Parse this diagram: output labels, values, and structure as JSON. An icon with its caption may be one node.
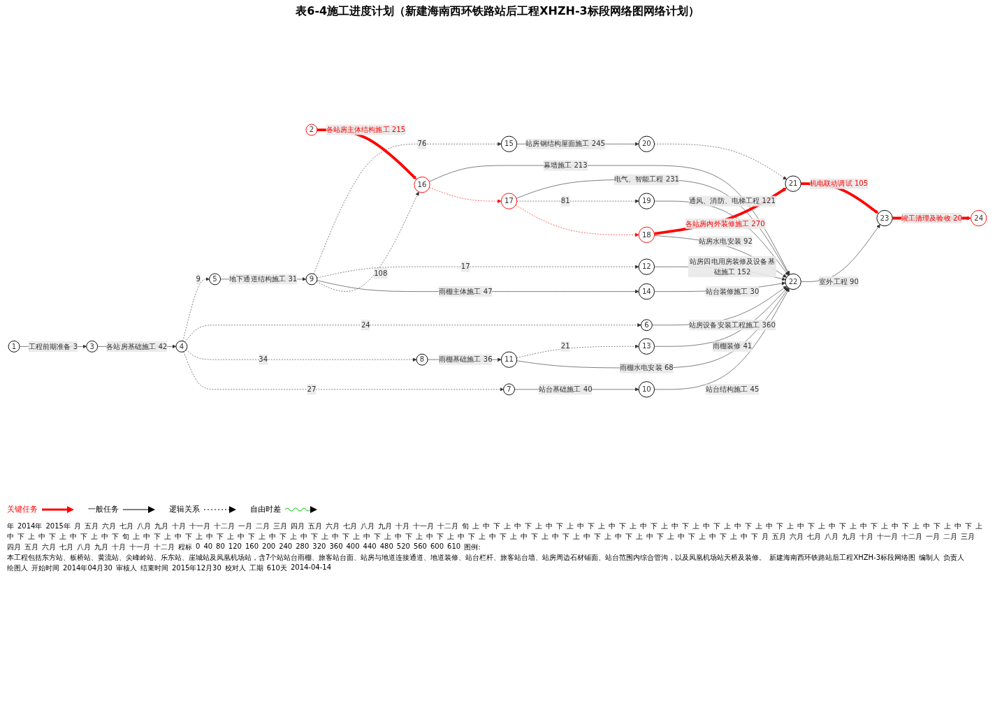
{
  "diagram": {
    "title": "表6-4施工进度计划（新建海南西环铁路站后工程XHZH-3标段网络图网络计划）",
    "nodes": [
      {
        "text": [
          "1"
        ]
      },
      {
        "text": [
          "2"
        ]
      },
      {
        "text": [
          "3"
        ]
      },
      {
        "text": [
          "4"
        ]
      },
      {
        "text": [
          "5"
        ]
      },
      {
        "text": [
          "6"
        ]
      },
      {
        "text": [
          "7"
        ]
      },
      {
        "text": [
          "8"
        ]
      },
      {
        "text": [
          "9"
        ]
      },
      {
        "text": [
          "10"
        ]
      },
      {
        "text": [
          "11"
        ]
      },
      {
        "text": [
          "12"
        ]
      },
      {
        "text": [
          "13"
        ]
      },
      {
        "text": [
          "14"
        ]
      },
      {
        "text": [
          "15"
        ]
      },
      {
        "text": [
          "16"
        ]
      },
      {
        "text": [
          "17"
        ]
      },
      {
        "text": [
          "18"
        ]
      },
      {
        "text": [
          "19"
        ]
      },
      {
        "text": [
          "20"
        ]
      },
      {
        "text": [
          "21"
        ]
      },
      {
        "text": [
          "22"
        ]
      },
      {
        "text": [
          "23"
        ]
      },
      {
        "text": [
          "24"
        ]
      }
    ],
    "edges": [
      {
        "from": 0,
        "to": 2,
        "arrow": "to",
        "label": "工程前期准备 3"
      },
      {
        "from": 2,
        "to": 3,
        "arrow": "to",
        "label": "各站房基础施工 42"
      },
      {
        "from": 3,
        "to": 4,
        "arrow": "to",
        "style": "dashed",
        "label": "9"
      },
      {
        "from": 4,
        "to": 8,
        "arrow": "to",
        "label": "地下通道结构施工 31"
      },
      {
        "from": 8,
        "to": 14,
        "arrow": "to",
        "style": "dashed",
        "label": "76"
      },
      {
        "from": 14,
        "to": 19,
        "arrow": "to",
        "label": "站房钢结构屋面施工 245"
      },
      {
        "from": 19,
        "to": 20,
        "arrow": "to",
        "style": "dashed"
      },
      {
        "from": 20,
        "to": 22,
        "arrow": "to",
        "style": "thick",
        "color": "#ff0000",
        "label": "机电联动调试 105"
      },
      {
        "from": 22,
        "to": 23,
        "arrow": "to",
        "style": "thick",
        "color": "#ff0000",
        "label": "竣工清理及验收 20"
      },
      {
        "from": 8,
        "to": 11,
        "arrow": "to",
        "style": "dashed",
        "label": "17"
      },
      {
        "from": 11,
        "to": 21,
        "arrow": "to",
        "label": "站房四电用房装修及设备基础施工 152"
      },
      {
        "from": 21,
        "to": 22,
        "arrow": "to",
        "label": "室外工程 90"
      },
      {
        "from": 8,
        "to": 13,
        "arrow": "to",
        "label": "雨棚主体施工 47"
      },
      {
        "from": 13,
        "to": 21,
        "arrow": "to",
        "label": "站台装修施工 30"
      },
      {
        "from": 8,
        "to": 15,
        "arrow": "to",
        "style": "dashed",
        "label": "108"
      },
      {
        "from": 3,
        "to": 5,
        "arrow": "to",
        "style": "dashed",
        "label": "24"
      },
      {
        "from": 5,
        "to": 21,
        "arrow": "to",
        "label": "站房设备安装工程施工 360"
      },
      {
        "from": 3,
        "to": 7,
        "arrow": "to",
        "style": "dashed",
        "label": "34"
      },
      {
        "from": 7,
        "to": 10,
        "arrow": "to",
        "label": "雨棚基础施工 36"
      },
      {
        "from": 10,
        "to": 12,
        "arrow": "to",
        "style": "dashed",
        "label": "21"
      },
      {
        "from": 12,
        "to": 21,
        "arrow": "to",
        "label": "雨棚装修 41"
      },
      {
        "from": 10,
        "to": 21,
        "arrow": "to",
        "label": "雨棚水电安装 68"
      },
      {
        "from": 3,
        "to": 6,
        "arrow": "to",
        "style": "dashed",
        "label": "27"
      },
      {
        "from": 6,
        "to": 9,
        "arrow": "to",
        "label": "站台基础施工 40"
      },
      {
        "from": 9,
        "to": 21,
        "arrow": "to",
        "label": "站台结构施工 45"
      },
      {
        "from": 1,
        "to": 15,
        "arrow": "to",
        "style": "thick",
        "color": "#ff0000",
        "label": "各站房主体结构施工 215"
      },
      {
        "from": 15,
        "to": 21,
        "arrow": "to",
        "label": "幕墙施工 213"
      },
      {
        "from": 15,
        "to": 16,
        "arrow": "to",
        "style": "dashed",
        "color": "#ff0000"
      },
      {
        "from": 16,
        "to": 21,
        "arrow": "to",
        "label": "电气、智能工程 231"
      },
      {
        "from": 16,
        "to": 18,
        "arrow": "to",
        "style": "dashed",
        "label": "81"
      },
      {
        "from": 18,
        "to": 21,
        "arrow": "to",
        "label": "通风、消防、电梯工程 121"
      },
      {
        "from": 16,
        "to": 17,
        "arrow": "to",
        "style": "dashed",
        "color": "#ff0000"
      },
      {
        "from": 17,
        "to": 20,
        "arrow": "to",
        "style": "thick",
        "color": "#ff0000",
        "label": "各站房内外装修施工 270"
      },
      {
        "from": 17,
        "to": 21,
        "arrow": "to",
        "label": "站房水电安装 92"
      }
    ],
    "labels": [
      "年",
      "2014年",
      "2015年",
      "月",
      "五月",
      "六月",
      "七月",
      "八月",
      "九月",
      "十月",
      "十一月",
      "十二月",
      "一月",
      "二月",
      "三月",
      "四月",
      "五月",
      "六月",
      "七月",
      "八月",
      "九月",
      "十月",
      "十一月",
      "十二月",
      "旬",
      "上",
      "中",
      "下",
      "上",
      "中",
      "下",
      "上",
      "中",
      "下",
      "上",
      "中",
      "下",
      "上",
      "中",
      "下",
      "上",
      "中",
      "下",
      "上",
      "中",
      "下",
      "上",
      "中",
      "下",
      "上",
      "中",
      "下",
      "上",
      "中",
      "下",
      "上",
      "中",
      "下",
      "上",
      "中",
      "下",
      "上",
      "中",
      "下",
      "上",
      "中",
      "下",
      "上",
      "中",
      "下",
      "上",
      "中",
      "下",
      "上",
      "中",
      "下",
      "上",
      "中",
      "下",
      "上",
      "中",
      "下",
      "上",
      "中",
      "下",
      "旬",
      "上",
      "中",
      "下",
      "上",
      "中",
      "下",
      "上",
      "中",
      "下",
      "上",
      "中",
      "下",
      "上",
      "中",
      "下",
      "上",
      "中",
      "下",
      "上",
      "中",
      "下",
      "上",
      "中",
      "下",
      "上",
      "中",
      "下",
      "上",
      "中",
      "下",
      "上",
      "中",
      "下",
      "上",
      "中",
      "下",
      "上",
      "中",
      "下",
      "上",
      "中",
      "下",
      "上",
      "中",
      "下",
      "上",
      "中",
      "下",
      "上",
      "中",
      "下",
      "上",
      "中",
      "下",
      "上",
      "中",
      "下",
      "上",
      "中",
      "下",
      "月",
      "五月",
      "六月",
      "七月",
      "八月",
      "九月",
      "十月",
      "十一月",
      "十二月",
      "一月",
      "二月",
      "三月",
      "四月",
      "五月",
      "六月",
      "七月",
      "八月",
      "九月",
      "十月",
      "十一月",
      "十二月",
      "程标",
      "0",
      "40",
      "80",
      "120",
      "160",
      "200",
      "240",
      "280",
      "320",
      "360",
      "400",
      "440",
      "480",
      "520",
      "560",
      "600",
      "610",
      "图例:",
      "本工程包括东方站、板桥站、黄流站、尖峰岭站、乐东站、崖城站及凤凰机场站，含7个站站台雨棚、旅客站台面、站房与地道连接通道、地道装修、站台栏杆、旅客站台墙、站房周边石材铺面、站台范围内综合管沟，以及凤凰机场站天桥及装修。",
      "新建海南西环铁路站后工程XHZH-3标段网络图",
      "编制人",
      "负责人",
      "绘图人",
      "开始时间",
      "2014年04月30",
      "审核人",
      "结束时间",
      "2015年12月30",
      "校对人",
      "工期",
      "610天",
      "2014-04-14"
    ],
    "legend": [
      {
        "text": "关键任务"
      },
      {
        "text": "一般任务"
      },
      {
        "text": "逻辑关系"
      },
      {
        "text": "自由时差"
      }
    ]
  }
}
